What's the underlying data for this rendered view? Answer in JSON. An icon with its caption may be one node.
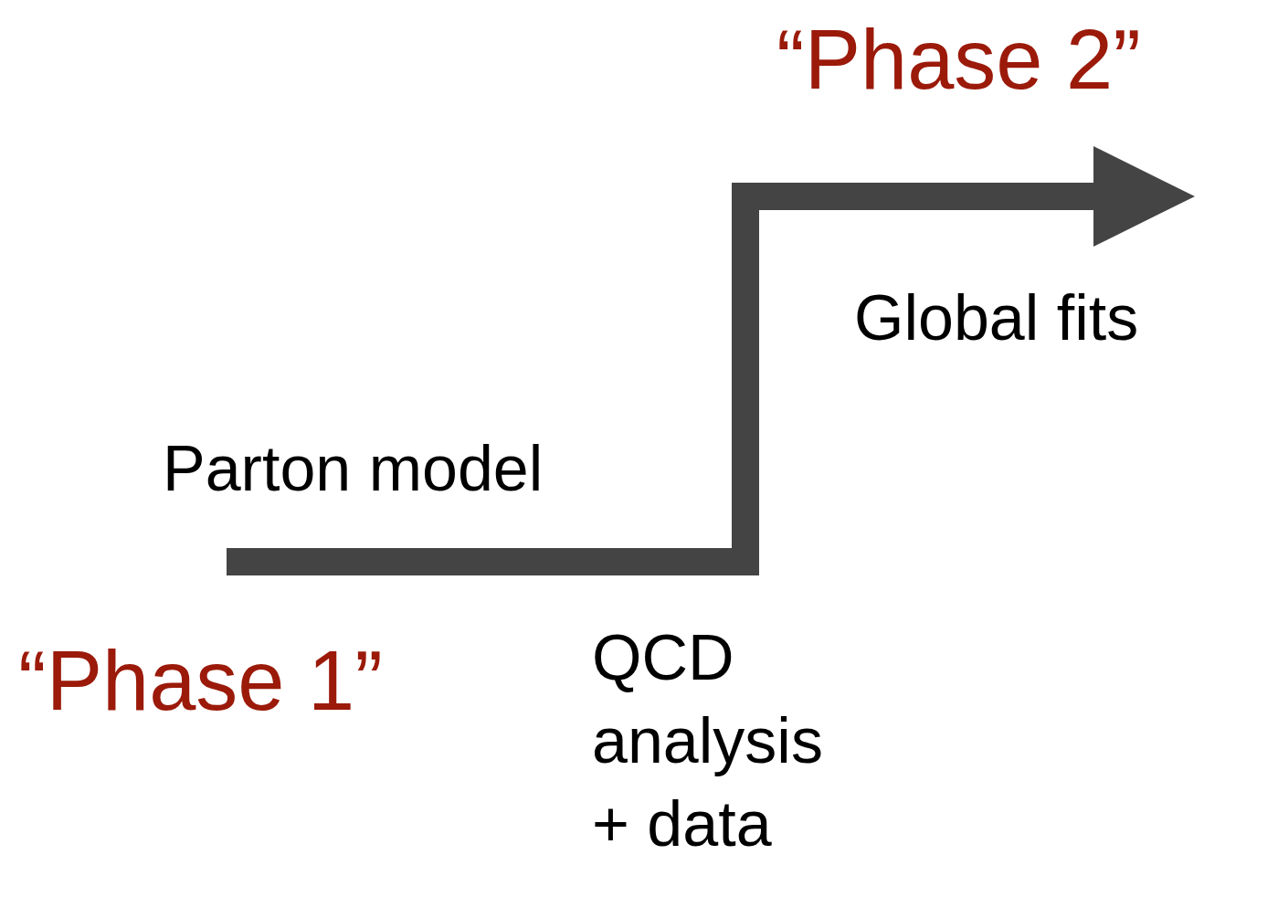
{
  "diagram": {
    "labels": [
      "“Phase 2”",
      "Global fits",
      "Parton model",
      "“Phase 1”",
      "QCD analysis + data"
    ]
  }
}
